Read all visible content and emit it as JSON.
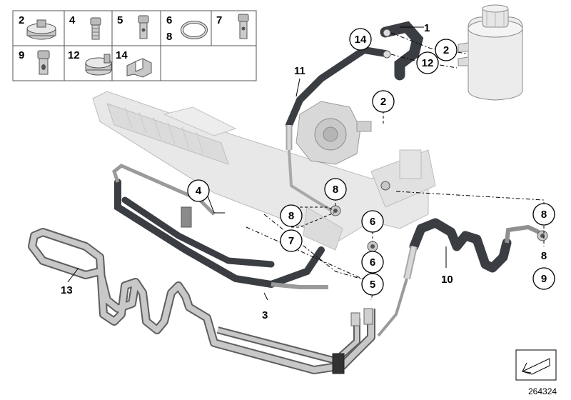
{
  "parts_grid": {
    "cells": [
      {
        "num": "2",
        "icon": "hose-clamp-icon"
      },
      {
        "num": "4",
        "icon": "bolt-icon"
      },
      {
        "num": "5",
        "icon": "banjo-bolt-icon"
      },
      {
        "num": "6\n8",
        "icon": "seal-ring-icon"
      },
      {
        "num": "7",
        "icon": "banjo-bolt-icon"
      },
      {
        "num": "9",
        "icon": "hollow-bolt-icon"
      },
      {
        "num": "12",
        "icon": "hose-clamp-icon"
      },
      {
        "num": "14",
        "icon": "clip-icon"
      }
    ]
  },
  "callouts": {
    "c1": "1",
    "c2a": "2",
    "c2b": "2",
    "c12": "12",
    "c14": "14",
    "c11": "11",
    "c4": "4",
    "c8a": "8",
    "c8b": "8",
    "c7": "7",
    "c6a": "6",
    "c6b": "6",
    "c5": "5",
    "c3": "3",
    "c13": "13",
    "c10": "10",
    "c8c": "8",
    "c8d": "8",
    "c9": "9"
  },
  "diagram_id": "264324",
  "colors": {
    "hose": "#3a3d42",
    "pipe": "#b8b8b8",
    "rack": "#e4e4e4"
  }
}
